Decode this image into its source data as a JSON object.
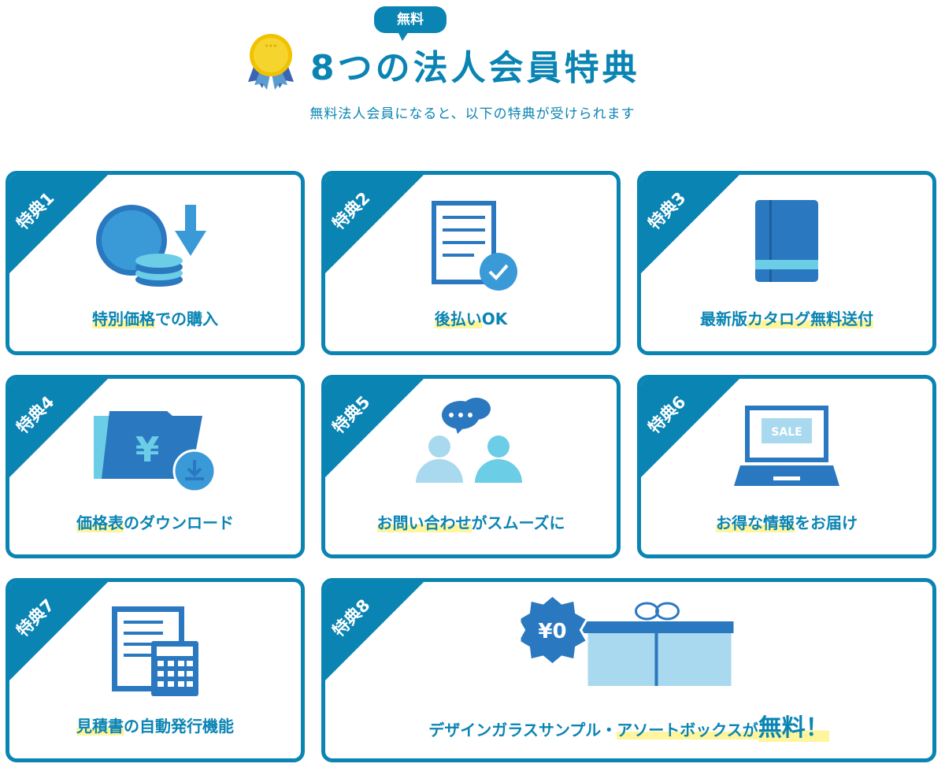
{
  "header": {
    "badge": "無料",
    "title": "8つの法人会員特典",
    "subtitle": "無料法人会員になると、以下の特典が受けられます"
  },
  "cards": [
    {
      "tag": "特典1",
      "hl": "特別価格",
      "rest": "での購入",
      "pre": ""
    },
    {
      "tag": "特典2",
      "hl": "後払い",
      "rest": "OK",
      "pre": ""
    },
    {
      "tag": "特典3",
      "pre": "最新版",
      "hl": "カタログ無料送付",
      "rest": ""
    },
    {
      "tag": "特典4",
      "hl": "価格表",
      "rest": "のダウンロード",
      "pre": ""
    },
    {
      "tag": "特典5",
      "hl": "お問い合わせ",
      "rest": "がスムーズに",
      "pre": ""
    },
    {
      "tag": "特典6",
      "hl": "お得な情報",
      "rest": "をお届け",
      "pre": ""
    },
    {
      "tag": "特典7",
      "hl": "見積書",
      "rest": "の自動発行機能",
      "pre": ""
    },
    {
      "tag": "特典8",
      "pre": "デザインガラスサンプル・",
      "hl": "アソートボックスが",
      "hl2": "無料！",
      "rest": ""
    }
  ],
  "icons": {
    "sale": "SALE",
    "yen": "¥",
    "zero": "¥0"
  },
  "colors": {
    "primary": "#0a84b3",
    "highlight": "#fff59d",
    "icon_dark": "#2a78c0",
    "icon_light": "#6ccde6"
  }
}
